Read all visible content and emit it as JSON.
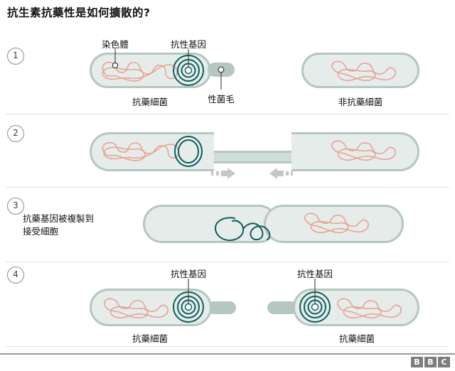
{
  "title": "抗生素抗藥性是如何擴散的?",
  "colors": {
    "cell_fill": "#e6ece9",
    "cell_border": "#b4c7c1",
    "chromosome": "#e8a396",
    "plasmid": "#0d5f5f",
    "arrow": "#c6c6c6",
    "divider": "#e2e2e2",
    "text": "#111111",
    "logo": "#7d7d7d"
  },
  "steps": [
    {
      "number": "1",
      "caption": "",
      "labels": [
        {
          "text": "染色體",
          "name": "label-chromosome"
        },
        {
          "text": "抗性基因",
          "name": "label-resistance-gene"
        },
        {
          "text": "性菌毛",
          "name": "label-sex-pilus"
        }
      ],
      "captions": [
        {
          "text": "抗藥細菌",
          "name": "caption-resistant-bacterium"
        },
        {
          "text": "非抗藥細菌",
          "name": "caption-non-resistant-bacterium"
        }
      ]
    },
    {
      "number": "2",
      "caption": "",
      "labels": [],
      "captions": []
    },
    {
      "number": "3",
      "caption": "抗藥基因被複製到\n接受細胞",
      "labels": [],
      "captions": []
    },
    {
      "number": "4",
      "caption": "",
      "labels": [
        {
          "text": "抗性基因",
          "name": "label-resistance-gene-left"
        },
        {
          "text": "抗性基因",
          "name": "label-resistance-gene-right"
        }
      ],
      "captions": [
        {
          "text": "抗藥細菌",
          "name": "caption-resistant-bacterium-left"
        },
        {
          "text": "抗藥細菌",
          "name": "caption-resistant-bacterium-right"
        }
      ]
    }
  ],
  "logo": {
    "letters": [
      "B",
      "B",
      "C"
    ]
  }
}
